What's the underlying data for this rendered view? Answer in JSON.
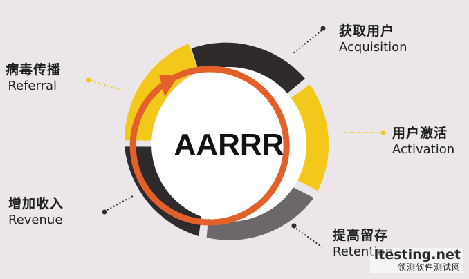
{
  "center_label": "AARRR",
  "stages": {
    "acquisition": {
      "zh": "获取用户",
      "en": "Acquisition",
      "color": "#2f2a2c"
    },
    "activation": {
      "zh": "用户激活",
      "en": "Activation",
      "color": "#f2c81a"
    },
    "retention": {
      "zh": "提高留存",
      "en": "Retention",
      "color": "#6b676b"
    },
    "revenue": {
      "zh": "增加收入",
      "en": "Revenue",
      "color": "#2f2a2c"
    },
    "referral": {
      "zh": "病毒传播",
      "en": "Referral",
      "color": "#f2c81a"
    }
  },
  "colors": {
    "background": "#eae6ea",
    "inner_arrow": "#e4602a",
    "connector_yellow": "#f2c81a",
    "connector_dark": "#2f2a2c"
  },
  "watermark": {
    "domain": "ltesting.net",
    "sub": "领测软件测试网"
  }
}
